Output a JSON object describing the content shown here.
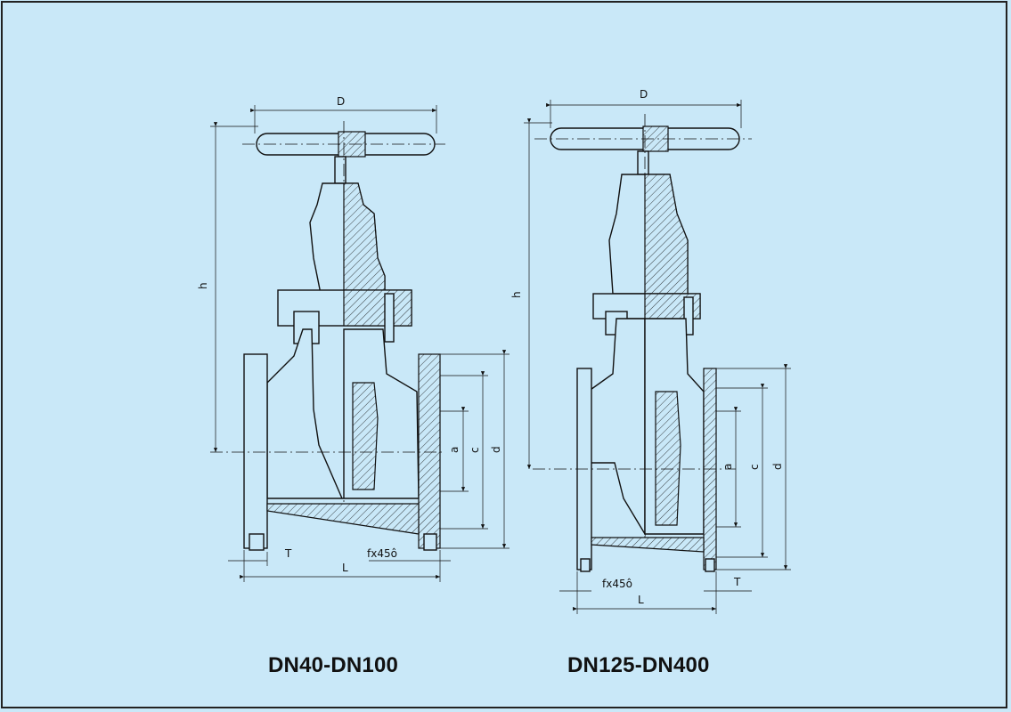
{
  "captions": {
    "left": "DN40-DN100",
    "right": "DN125-DN400"
  },
  "left_valve": {
    "dim_D": "D",
    "dim_h": "h",
    "dim_a": "a",
    "dim_c": "c",
    "dim_d": "d",
    "dim_T": "T",
    "dim_L": "L",
    "dim_f": "fx45ô"
  },
  "right_valve": {
    "dim_D": "D",
    "dim_h": "h",
    "dim_a": "a",
    "dim_c": "c",
    "dim_d": "d",
    "dim_T": "T",
    "dim_L": "L",
    "dim_f": "fx45ô"
  },
  "colors": {
    "background": "#c9e8f8",
    "line": "#111111"
  }
}
